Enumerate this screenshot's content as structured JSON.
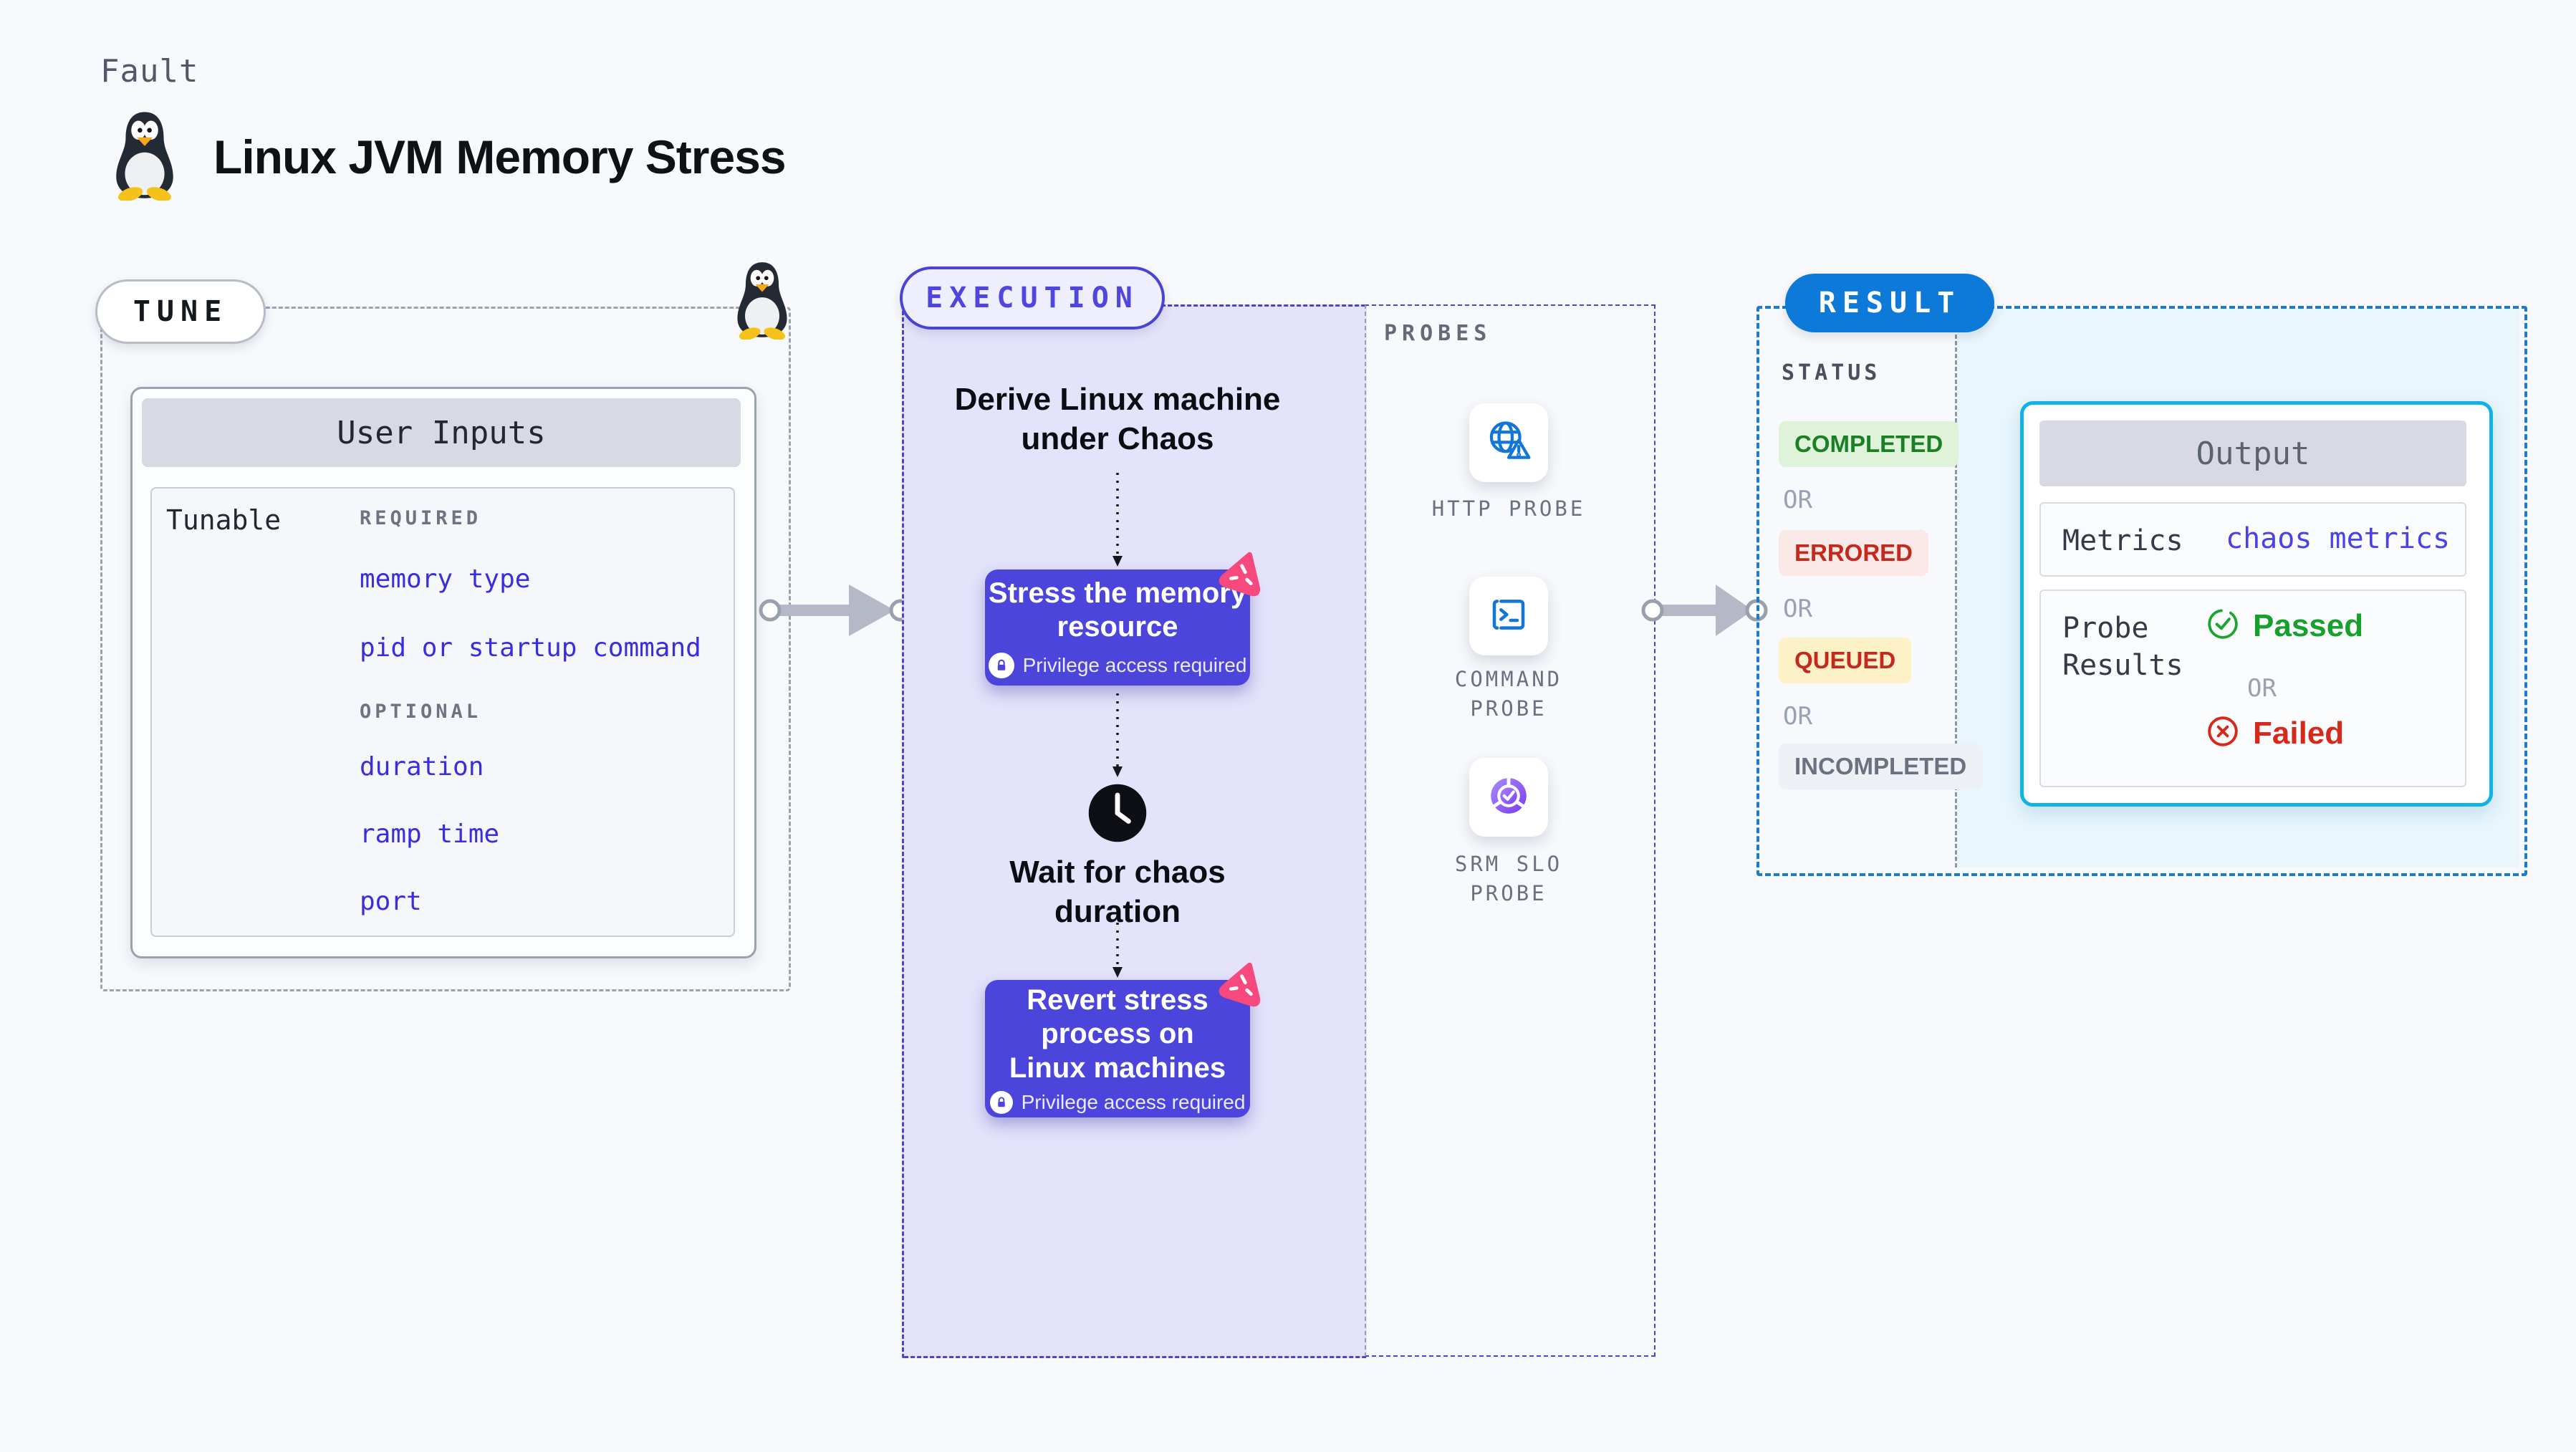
{
  "page": {
    "kicker": "Fault",
    "title": "Linux JVM Memory Stress"
  },
  "tune": {
    "badge": "TUNE",
    "card_title": "User Inputs",
    "row_label": "Tunable",
    "required_heading": "REQUIRED",
    "required_items": [
      "memory type",
      "pid or startup command"
    ],
    "optional_heading": "OPTIONAL",
    "optional_items": [
      "duration",
      "ramp time",
      "port"
    ]
  },
  "execution": {
    "badge": "EXECUTION",
    "derive_label": "Derive Linux machine under Chaos",
    "stress_node": {
      "title": "Stress the memory resource",
      "privilege": "Privilege access required"
    },
    "wait_label": "Wait for chaos duration",
    "revert_node": {
      "title": "Revert stress process on Linux machines",
      "privilege": "Privilege access required"
    }
  },
  "probes": {
    "heading": "PROBES",
    "items": [
      {
        "label": "HTTP PROBE",
        "icon": "globe-alert-icon"
      },
      {
        "label": "COMMAND PROBE",
        "icon": "terminal-icon"
      },
      {
        "label": "SRM SLO PROBE",
        "icon": "slo-donut-check-icon"
      }
    ]
  },
  "result": {
    "badge": "RESULT",
    "status_heading": "STATUS",
    "or_label": "OR",
    "statuses": [
      {
        "label": "COMPLETED",
        "color": "#1b7f24",
        "bg": "#def3da"
      },
      {
        "label": "ERRORED",
        "color": "#c5281c",
        "bg": "#fbe9e7"
      },
      {
        "label": "QUEUED",
        "color": "#c5281c",
        "bg": "#fcf1c7"
      },
      {
        "label": "INCOMPLETED",
        "color": "#6a7180",
        "bg": "#edf0f5"
      }
    ],
    "output": {
      "title": "Output",
      "metrics_label": "Metrics",
      "metrics_value": "chaos metrics",
      "probe_label": "Probe Results",
      "passed_label": "Passed",
      "failed_label": "Failed"
    }
  },
  "colors": {
    "accent_indigo": "#4b45dc",
    "execution_border": "#4a43d4",
    "result_blue": "#0d79d8",
    "output_border": "#11b2e8",
    "link_blue": "#3a2de0",
    "passed_green": "#17a02c",
    "failed_red": "#d7281c",
    "chaos_pink": "#f8497f"
  }
}
